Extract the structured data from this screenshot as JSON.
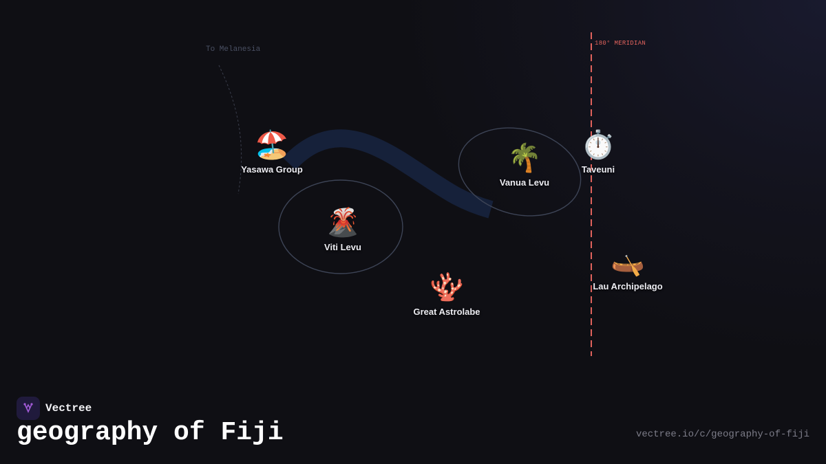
{
  "brand": {
    "name": "Vectree",
    "logo_icon": "vectree-logo-icon",
    "logo_color": "#a35bd8"
  },
  "title": "geography of Fiji",
  "url": "vectree.io/c/geography-of-fiji",
  "map": {
    "meridian_label": "180° MERIDIAN",
    "meridian_color": "#e0625c",
    "route_label": "To Melanesia",
    "channel_color": "#16213a",
    "outline_color": "#3d4456",
    "nodes": [
      {
        "id": "yasawa",
        "label": "Yasawa Group",
        "icon": "beach-umbrella-icon",
        "glyph": "🏖️"
      },
      {
        "id": "viti-levu",
        "label": "Viti Levu",
        "icon": "volcano-icon",
        "glyph": "🌋"
      },
      {
        "id": "vanua-levu",
        "label": "Vanua Levu",
        "icon": "palm-tree-icon",
        "glyph": "🌴"
      },
      {
        "id": "taveuni",
        "label": "Taveuni",
        "icon": "stopwatch-icon",
        "glyph": "⏱️"
      },
      {
        "id": "lau",
        "label": "Lau Archipelago",
        "icon": "canoe-icon",
        "glyph": "🛶"
      },
      {
        "id": "astrolabe",
        "label": "Great Astrolabe",
        "icon": "coral-icon",
        "glyph": "🪸"
      }
    ]
  }
}
